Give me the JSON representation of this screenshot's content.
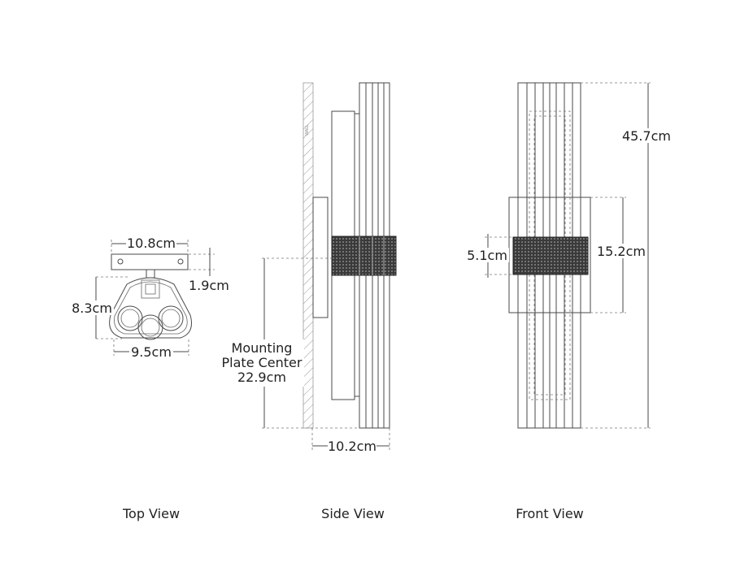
{
  "views": {
    "top": {
      "caption": "Top View",
      "dims": {
        "width": "10.8cm",
        "plate_depth": "1.9cm",
        "height": "8.3cm",
        "body_width": "9.5cm"
      }
    },
    "side": {
      "caption": "Side View",
      "wall_label": "WALL",
      "mounting": {
        "line1": "Mounting",
        "line2": "Plate Center",
        "line3": "22.9cm"
      },
      "dims": {
        "extension": "10.2cm"
      }
    },
    "front": {
      "caption": "Front View",
      "dims": {
        "total_height": "45.7cm",
        "band_height": "5.1cm",
        "plate_height": "15.2cm"
      }
    }
  },
  "colors": {
    "line": "#4a4a4a",
    "mesh": "#2a2a2a",
    "background": "#ffffff"
  }
}
